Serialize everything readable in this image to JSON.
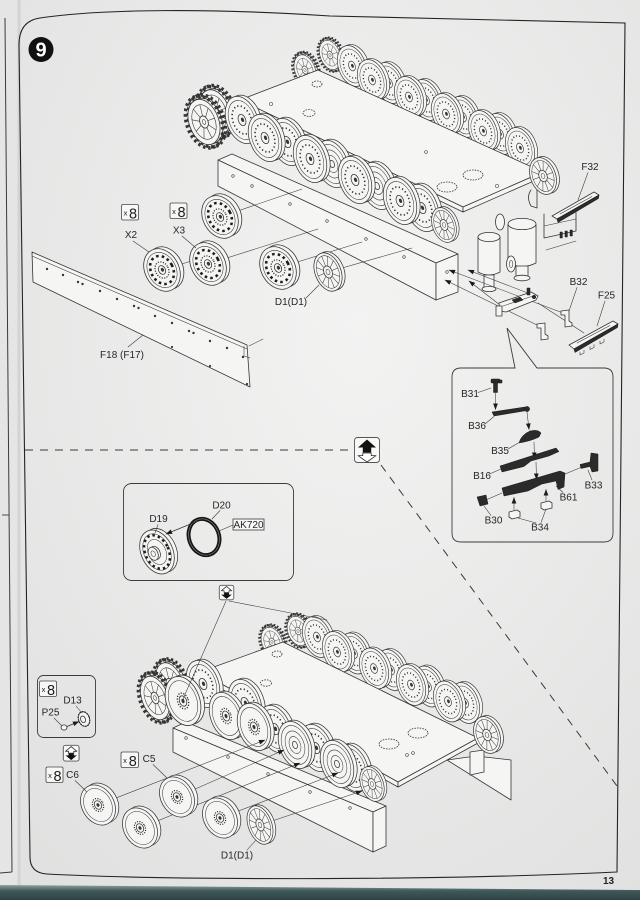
{
  "page": {
    "step_number": "9",
    "page_number": "13"
  },
  "icons": {
    "flip_over": "flip-over-icon",
    "flip_back": "flip-back-icon"
  },
  "upper_assembly": {
    "badges": [
      {
        "prefix": "x",
        "count": "8"
      },
      {
        "prefix": "x",
        "count": "8"
      }
    ],
    "labels": {
      "x2": "X2",
      "x3": "X3",
      "idler_wheel": "D1(D1)",
      "side_skirt": "F18 (F17)",
      "f32": "F32",
      "b32": "B32",
      "f25": "F25"
    }
  },
  "detail_callout": {
    "labels": {
      "b31": "B31",
      "b36": "B36",
      "b35": "B35",
      "b16": "B16",
      "b33": "B33",
      "b61": "B61",
      "b30": "B30",
      "b34": "B34"
    }
  },
  "tire_inset": {
    "wheel": "D19",
    "tire": "D20",
    "paint_code": "AK720"
  },
  "hub_inset": {
    "badge": {
      "prefix": "x",
      "count": "8"
    },
    "hub": "D13",
    "cap": "P25"
  },
  "lower_assembly": {
    "badges": [
      {
        "prefix": "x",
        "count": "8"
      },
      {
        "prefix": "x",
        "count": "8"
      }
    ],
    "labels": {
      "c6": "C6",
      "c5": "C5",
      "idler_wheel": "D1(D1)"
    }
  },
  "colors": {
    "paper": "#eaebea",
    "ink": "#353535",
    "text": "#262626",
    "part_dark": "#2b2b2b",
    "table": "#405859"
  }
}
